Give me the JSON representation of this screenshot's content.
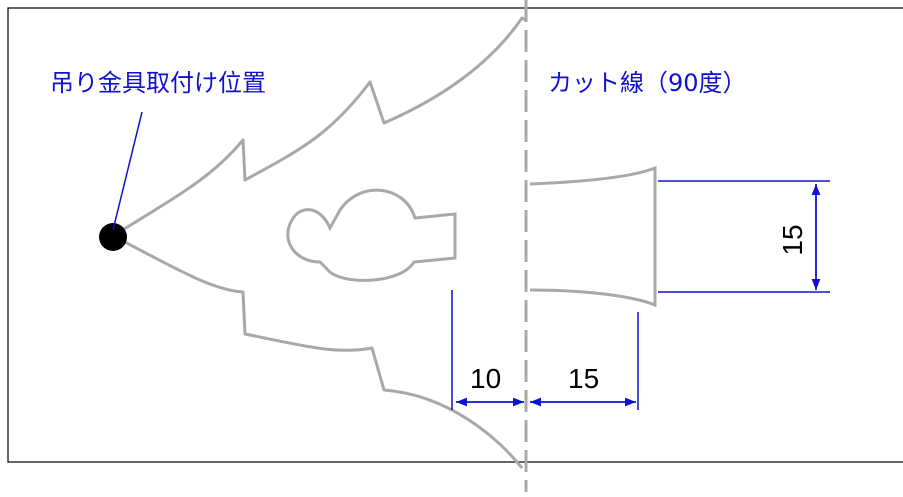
{
  "labels": {
    "hanger_position": "吊り金具取付け位置",
    "cut_line": "カット線（90度）"
  },
  "dimensions": {
    "gap_left": "10",
    "gap_right": "15",
    "tab_height": "15"
  },
  "colors": {
    "annotation": "#1010d0",
    "outline": "#a8a8a8",
    "border": "#000000",
    "cut_line": "#a8a8a8"
  }
}
